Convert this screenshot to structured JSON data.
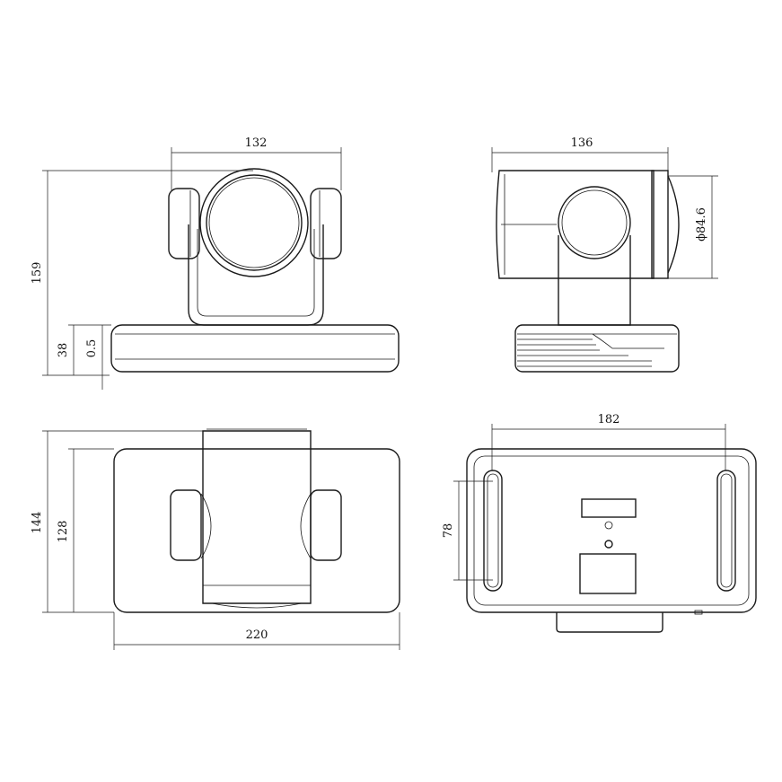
{
  "front_view": {
    "width_label": "132",
    "height_label": "159",
    "base_height_label": "38",
    "gap_label": "0.5"
  },
  "side_view": {
    "depth_label": "136",
    "lens_diameter_label": "ϕ84.6"
  },
  "top_view": {
    "depth_label": "144",
    "inner_depth_label": "128",
    "width_label": "220"
  },
  "bottom_view": {
    "slot_spacing_label": "182",
    "slot_length_label": "78"
  }
}
